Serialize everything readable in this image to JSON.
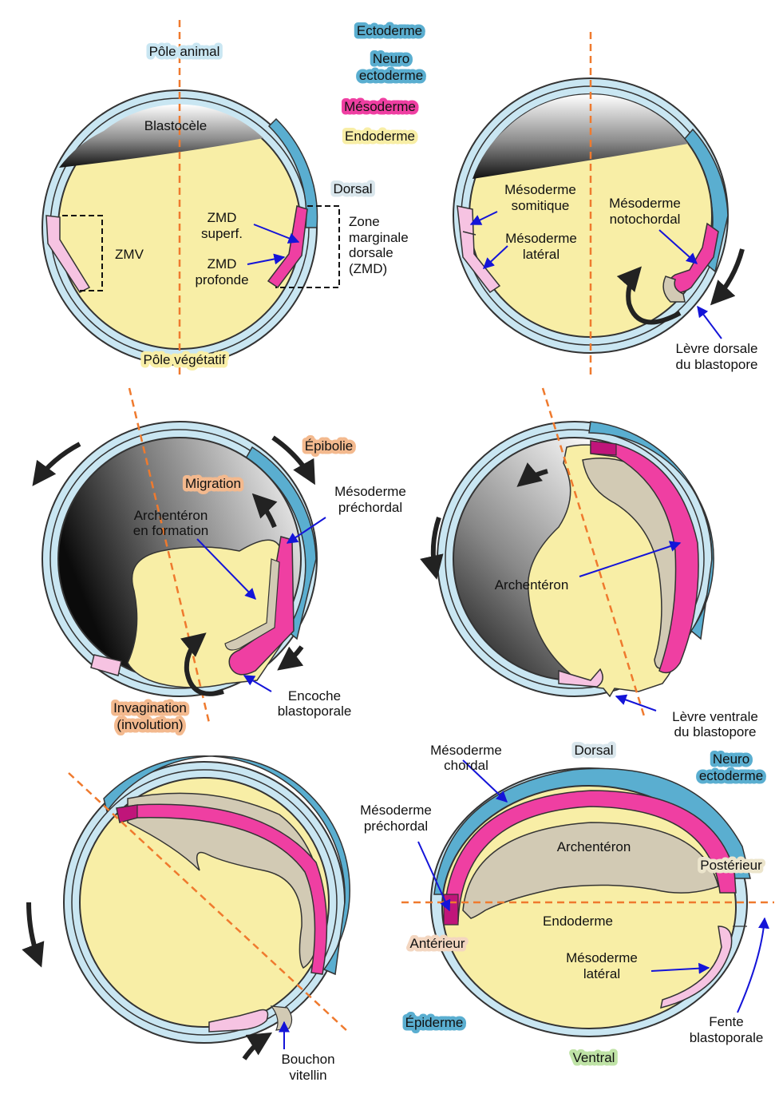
{
  "legend": {
    "ectoderme": "Ectoderme",
    "neuro_1": "Neuro",
    "neuro_2": "ectoderme",
    "mesoderme": "Mésoderme",
    "endoderme": "Endoderme"
  },
  "panel1": {
    "pole_animal": "Pôle animal",
    "blastocele": "Blastocèle",
    "dorsal": "Dorsal",
    "zmd_superf_1": "ZMD",
    "zmd_superf_2": "superf.",
    "zmd_prof_1": "ZMD",
    "zmd_prof_2": "profonde",
    "zmv": "ZMV",
    "zone_1": "Zone",
    "zone_2": "marginale",
    "zone_3": "dorsale",
    "zone_4": "(ZMD)",
    "pole_vegetatif": "Pôle végétatif"
  },
  "panel2": {
    "meso_som_1": "Mésoderme",
    "meso_som_2": "somitique",
    "meso_lat_1": "Mésoderme",
    "meso_lat_2": "latéral",
    "meso_noto_1": "Mésoderme",
    "meso_noto_2": "notochordal",
    "levre_1": "Lèvre dorsale",
    "levre_2": "du blastopore"
  },
  "panel3": {
    "epibolie": "Épibolie",
    "migration": "Migration",
    "archent_1": "Archentéron",
    "archent_2": "en formation",
    "meso_pre_1": "Mésoderme",
    "meso_pre_2": "préchordal",
    "encoche_1": "Encoche",
    "encoche_2": "blastoporale",
    "invag_1": "Invagination",
    "invag_2": "(involution)"
  },
  "panel4": {
    "archenteron": "Archentéron",
    "levre_1": "Lèvre ventrale",
    "levre_2": "du blastopore"
  },
  "panel5": {
    "bouchon_1": "Bouchon",
    "bouchon_2": "vitellin"
  },
  "panel6": {
    "meso_chordal_1": "Mésoderme",
    "meso_chordal_2": "chordal",
    "dorsal": "Dorsal",
    "neuro_1": "Neuro",
    "neuro_2": "ectoderme",
    "meso_pre_1": "Mésoderme",
    "meso_pre_2": "préchordal",
    "archenteron": "Archentéron",
    "posterieur": "Postérieur",
    "endoderme": "Endoderme",
    "anterieur": "Antérieur",
    "meso_lat_1": "Mésoderme",
    "meso_lat_2": "latéral",
    "epiderme": "Épiderme",
    "fente_1": "Fente",
    "fente_2": "blastoporale",
    "ventral": "Ventral"
  },
  "colors": {
    "ectoderm": "#c9e6f2",
    "neuroectoderm": "#5aaed0",
    "mesoderm": "#ef3fa2",
    "mesoderm_light": "#f6c3e2",
    "endoderm": "#f8eea6",
    "archenteron": "#d2cab4",
    "axis": "#ef7a2e",
    "arrow": "#1414d8"
  }
}
